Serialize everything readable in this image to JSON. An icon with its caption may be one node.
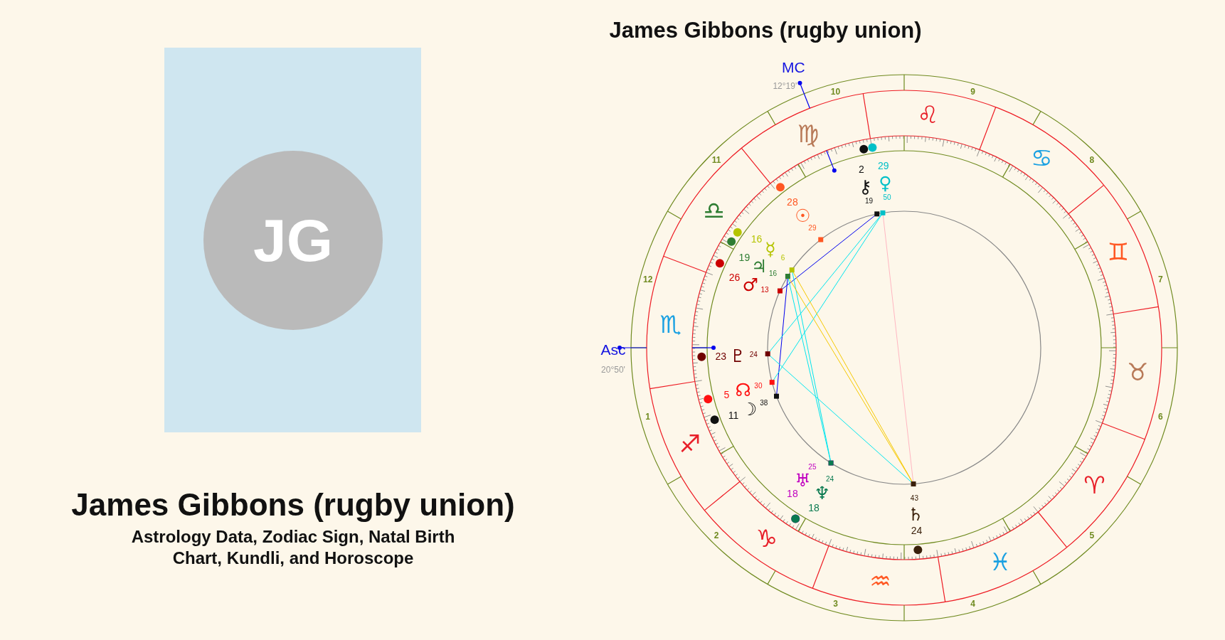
{
  "diagram": {
    "title": "James Gibbons (rugby union)",
    "nodes": [
      {
        "text": [
          "JG"
        ]
      }
    ],
    "labels": [
      "James Gibbons (rugby union)",
      "Astrology Data, Zodiac Sign, Natal Birth Chart, Kundli, and Horoscope",
      "MC",
      "12°19'",
      "Asc",
      "20°50'",
      "1",
      "2",
      "3",
      "4",
      "5",
      "6",
      "7",
      "8",
      "9",
      "10",
      "11",
      "12",
      "♈",
      "♉",
      "♊",
      "♋",
      "♌",
      "♍",
      "♎",
      "♏",
      "♐",
      "♑",
      "♒",
      "♓",
      "29",
      "♀",
      "50",
      "2",
      "⚷",
      "19",
      "28",
      "☉",
      "29",
      "16",
      "☿",
      "6",
      "19",
      "♃",
      "16",
      "26",
      "♂",
      "13",
      "23",
      "♇",
      "24",
      "5",
      "☊",
      "30",
      "11",
      "☽",
      "38",
      "18",
      "♅",
      "25",
      "18",
      "♆",
      "24",
      "24",
      "♄",
      "43"
    ]
  }
}
